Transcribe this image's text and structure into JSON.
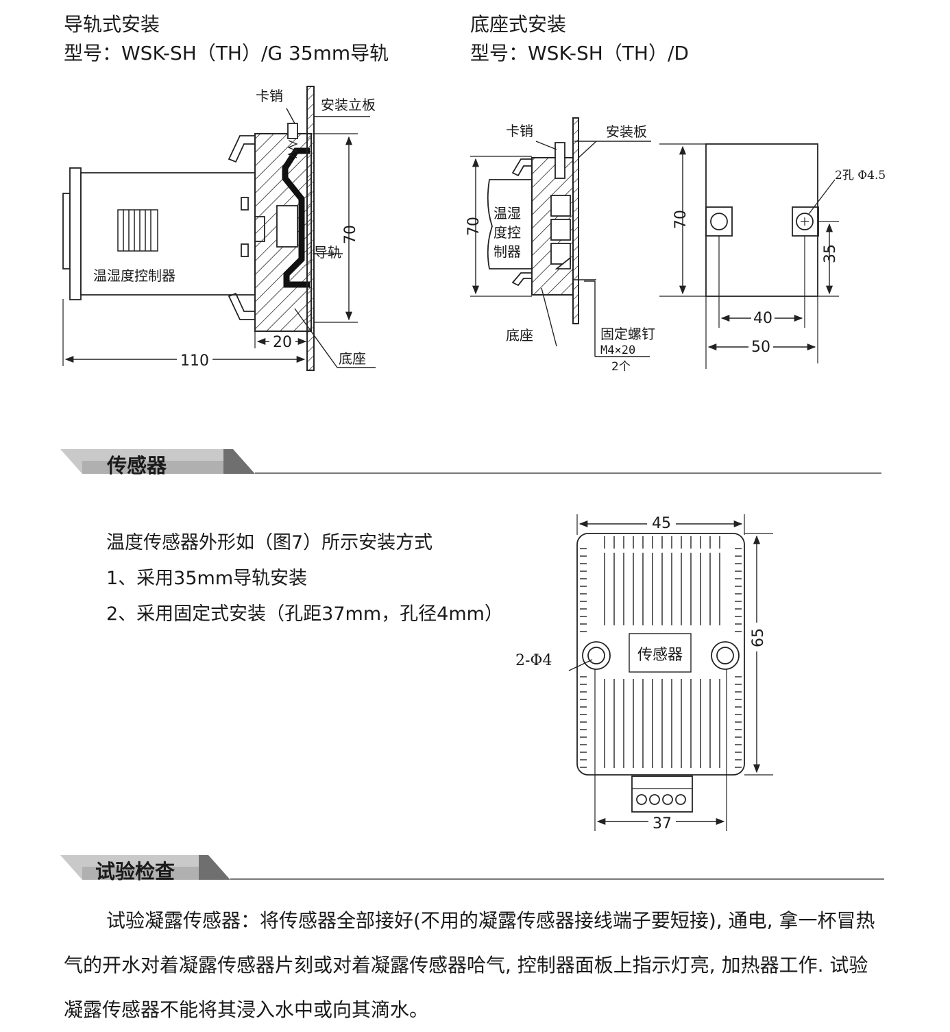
{
  "install_rail": {
    "title": "导轨式安装",
    "model": "型号：WSK-SH（TH）/G   35mm导轨",
    "labels": {
      "latch": "卡销",
      "mount_panel": "安装立板",
      "controller": "温湿度控制器",
      "rail": "导轨",
      "base": "底座"
    },
    "dims": {
      "height": "70",
      "depth": "20",
      "length": "110"
    }
  },
  "install_base": {
    "title": "底座式安装",
    "model": "型号：WSK-SH（TH）/D",
    "labels": {
      "latch": "卡销",
      "mount_plate": "安装板",
      "controller_l1": "温湿",
      "controller_l2": "度控",
      "controller_l3": "制器",
      "base": "底座",
      "screw_l1": "固定螺钉",
      "screw_l2": "M4×20",
      "screw_l3": "2个",
      "holes": "2孔 Φ4.5"
    },
    "dims": {
      "side_height": "70",
      "front_height": "70",
      "hole_offset": "35",
      "hole_spacing": "40",
      "width": "50"
    }
  },
  "sensor_section": {
    "title": "传感器",
    "lines": [
      "温度传感器外形如（图7）所示安装方式",
      "1、采用35mm导轨安装",
      "2、采用固定式安装（孔距37mm，孔径4mm）"
    ],
    "figure": {
      "label": "传感器",
      "hole_label": "2-Φ4",
      "dims": {
        "width": "45",
        "height": "65",
        "hole_spacing": "37"
      }
    }
  },
  "test_section": {
    "title": "试验检查",
    "paragraph": "试验凝露传感器：将传感器全部接好(不用的凝露传感器接线端子要短接), 通电, 拿一杯冒热气的开水对着凝露传感器片刻或对着凝露传感器哈气, 控制器面板上指示灯亮, 加热器工作. 试验凝露传感器不能将其浸入水中或向其滴水。"
  }
}
